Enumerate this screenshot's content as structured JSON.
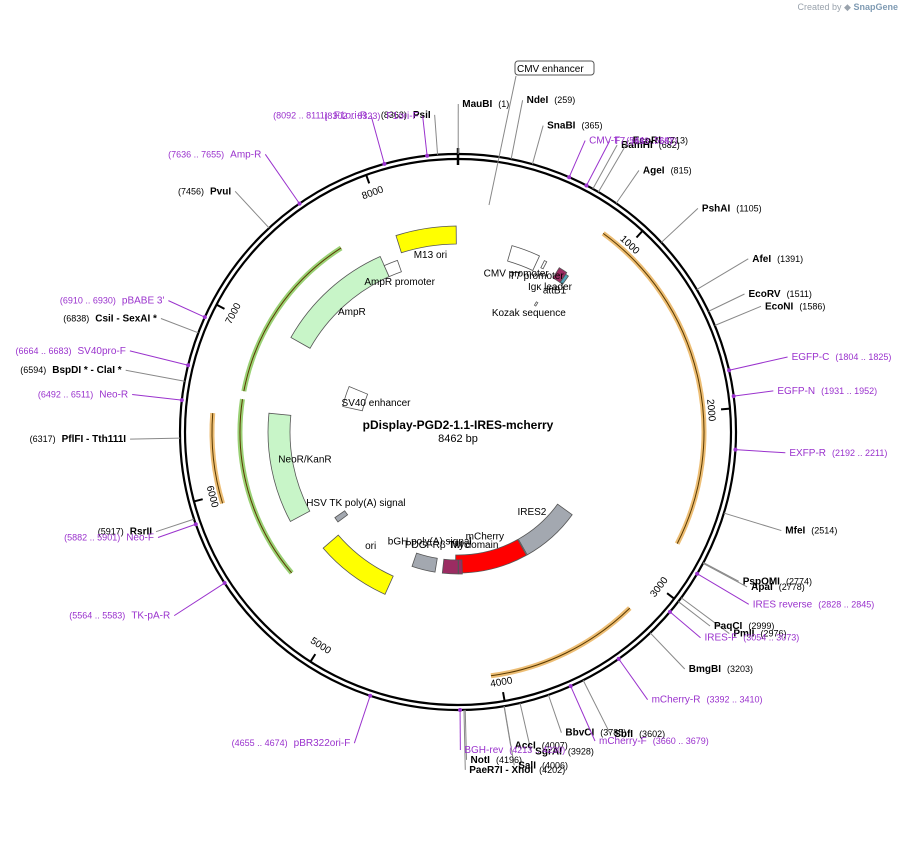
{
  "credit": {
    "prefix": "Created by",
    "brand": "SnapGene"
  },
  "plasmid": {
    "name": "pDisplay-PGD2-1.1-IRES-mcherry",
    "length_label": "8462 bp",
    "length": 8462
  },
  "ticks": [
    {
      "pos": 1000,
      "label": "1000"
    },
    {
      "pos": 2000,
      "label": "2000"
    },
    {
      "pos": 3000,
      "label": "3000"
    },
    {
      "pos": 4000,
      "label": "4000"
    },
    {
      "pos": 5000,
      "label": "5000"
    },
    {
      "pos": 6000,
      "label": "6000"
    },
    {
      "pos": 7000,
      "label": "7000"
    },
    {
      "pos": 8000,
      "label": "8000"
    }
  ],
  "features": [
    {
      "name": "CMV enhancer",
      "start": 1,
      "end": 380,
      "color": "#ffffff",
      "strand": 1
    },
    {
      "name": "CMV promoter",
      "start": 380,
      "end": 584,
      "color": "#ffffff",
      "strand": 1
    },
    {
      "name": "T7 promoter",
      "start": 629,
      "end": 647,
      "color": "#ffffff",
      "strand": 1
    },
    {
      "name": "Kozak sequence",
      "start": 730,
      "end": 745,
      "color": "#ffffff",
      "strand": 0
    },
    {
      "name": "Igκ leader",
      "start": 744,
      "end": 806,
      "color": "#9b2c62",
      "strand": 1
    },
    {
      "name": "attB1",
      "start": 807,
      "end": 830,
      "color": "#4ea3b8",
      "strand": 1
    },
    {
      "name": "IRES2",
      "start": 2960,
      "end": 3540,
      "color": "#a3a8b0",
      "strand": 1
    },
    {
      "name": "mCherry",
      "start": 3548,
      "end": 4256,
      "color": "#ff0000",
      "strand": 1
    },
    {
      "name": "Myc",
      "start": 4190,
      "end": 4225,
      "color": "#9b2c62",
      "strand": -1
    },
    {
      "name": "PDGFRβ TM domain",
      "start": 4230,
      "end": 4380,
      "color": "#9b2c62",
      "strand": -1
    },
    {
      "name": "bGH poly(A) signal",
      "start": 4450,
      "end": 4675,
      "color": "#a3a8b0",
      "strand": 0
    },
    {
      "name": "ori",
      "start": 4800,
      "end": 5389,
      "color": "#ffff00",
      "strand": -1
    },
    {
      "name": "HSV TK poly(A) signal",
      "start": 5480,
      "end": 5528,
      "color": "#a3a8b0",
      "strand": 0
    },
    {
      "name": "NeoR/KanR",
      "start": 5686,
      "end": 6480,
      "color": "#c8f5c8",
      "strand": -1
    },
    {
      "name": "SV40 enhancer",
      "start": 6640,
      "end": 6880,
      "color": "#ffffff",
      "strand": 0
    },
    {
      "name": "AmpR",
      "start": 7040,
      "end": 7900,
      "color": "#c8f5c8",
      "strand": -1
    },
    {
      "name": "AmpR promoter",
      "start": 7900,
      "end": 8005,
      "color": "#ffffff",
      "strand": -1
    },
    {
      "name": "M13 ori",
      "start": 8050,
      "end": 8450,
      "color": "#ffff00",
      "strand": 1
    }
  ],
  "orfs": [
    {
      "start": 850,
      "end": 2750,
      "strand": 1,
      "color": "#e6a33a"
    },
    {
      "start": 3190,
      "end": 4050,
      "strand": -1,
      "color": "#e6a33a"
    },
    {
      "start": 5950,
      "end": 6450,
      "strand": 1,
      "color": "#e6a33a"
    },
    {
      "start": 6600,
      "end": 7700,
      "strand": -1,
      "color": "#6fbe3a"
    },
    {
      "start": 5400,
      "end": 6550,
      "strand": -1,
      "color": "#6fbe3a"
    }
  ],
  "sites": [
    {
      "coord": "(8363)",
      "name": "PsiI",
      "pos": 8363
    },
    {
      "coord": "(1)",
      "name": "MauBI",
      "pos": 1
    },
    {
      "coord": "(259)",
      "name": "NdeI",
      "pos": 259
    },
    {
      "coord": "(365)",
      "name": "SnaBI",
      "pos": 365
    },
    {
      "coord": "(682)",
      "name": "BamHI",
      "pos": 682
    },
    {
      "coord": "(713)",
      "name": "EcoRI",
      "pos": 713
    },
    {
      "coord": "(815)",
      "name": "AgeI",
      "pos": 815
    },
    {
      "coord": "(1105)",
      "name": "PshAI",
      "pos": 1105
    },
    {
      "coord": "(1391)",
      "name": "AfeI",
      "pos": 1391
    },
    {
      "coord": "(1511)",
      "name": "EcoRV",
      "pos": 1511
    },
    {
      "coord": "(1586)",
      "name": "EcoNI",
      "pos": 1586
    },
    {
      "coord": "(2514)",
      "name": "MfeI",
      "pos": 2514
    },
    {
      "coord": "(2774)",
      "name": "PspOMI",
      "pos": 2774
    },
    {
      "coord": "(2778)",
      "name": "ApaI",
      "pos": 2778
    },
    {
      "coord": "(2976)",
      "name": "PmlI",
      "pos": 2976
    },
    {
      "coord": "(2999)",
      "name": "PaqCI",
      "pos": 2999
    },
    {
      "coord": "(3203)",
      "name": "BmgBI",
      "pos": 3203
    },
    {
      "coord": "(3602)",
      "name": "SbfI",
      "pos": 3602
    },
    {
      "coord": "(3785)",
      "name": "BbvCI",
      "pos": 3785
    },
    {
      "coord": "(3928)",
      "name": "SgrAI",
      "pos": 3928
    },
    {
      "coord": "(4006)",
      "name": "SalI",
      "pos": 4006
    },
    {
      "coord": "(4007)",
      "name": "AccI",
      "pos": 4007
    },
    {
      "coord": "(4196)",
      "name": "NotI",
      "pos": 4196
    },
    {
      "coord": "(4202)",
      "name": "PaeR7I - XhoI",
      "pos": 4202
    },
    {
      "coord": "(5917)",
      "name": "RsrII",
      "pos": 5917
    },
    {
      "coord": "(6317)",
      "name": "PflFI - Tth111I",
      "pos": 6317
    },
    {
      "coord": "(6594)",
      "name": "BspDI * - ClaI *",
      "pos": 6594
    },
    {
      "coord": "(6838)",
      "name": "CsiI - SexAI *",
      "pos": 6838
    },
    {
      "coord": "(7456)",
      "name": "PvuI",
      "pos": 7456
    }
  ],
  "primers": [
    {
      "coord": "(8302 .. 8323)",
      "name": "F1ori-F",
      "pos": 8312
    },
    {
      "coord": "(8092 .. 8111)",
      "name": "F1ori-R",
      "pos": 8101
    },
    {
      "coord": "(7636 .. 7655)",
      "name": "Amp-R",
      "pos": 7645
    },
    {
      "coord": "(544 .. 564)",
      "name": "CMV-F",
      "pos": 554
    },
    {
      "coord": "(638 .. 657)",
      "name": "T7",
      "pos": 647
    },
    {
      "coord": "(1804 .. 1825)",
      "name": "EGFP-C",
      "pos": 1814
    },
    {
      "coord": "(1931 .. 1952)",
      "name": "EGFP-N",
      "pos": 1941
    },
    {
      "coord": "(2192 .. 2211)",
      "name": "EXFP-R",
      "pos": 2201
    },
    {
      "coord": "(2828 .. 2845)",
      "name": "IRES reverse",
      "pos": 2836
    },
    {
      "coord": "(3054 .. 3073)",
      "name": "IRES-F",
      "pos": 3063
    },
    {
      "coord": "(3392 .. 3410)",
      "name": "mCherry-R",
      "pos": 3401
    },
    {
      "coord": "(3660 .. 3679)",
      "name": "mCherry-F",
      "pos": 3669
    },
    {
      "coord": "(4213 .. 4230)",
      "name": "BGH-rev",
      "pos": 4221
    },
    {
      "coord": "(4655 .. 4674)",
      "name": "pBR322ori-F",
      "pos": 4664
    },
    {
      "coord": "(5564 .. 5583)",
      "name": "TK-pA-R",
      "pos": 5573
    },
    {
      "coord": "(5882 .. 5901)",
      "name": "Neo-F",
      "pos": 5891
    },
    {
      "coord": "(6492 .. 6511)",
      "name": "Neo-R",
      "pos": 6501
    },
    {
      "coord": "(6664 .. 6683)",
      "name": "SV40pro-F",
      "pos": 6673
    },
    {
      "coord": "(6910 .. 6930)",
      "name": "pBABE 3'",
      "pos": 6920
    }
  ],
  "colors": {
    "backbone": "#000000",
    "site_text": "#000000",
    "primer_text": "#9a32cd",
    "connector": "#888888",
    "primer_line": "#9a32cd"
  }
}
